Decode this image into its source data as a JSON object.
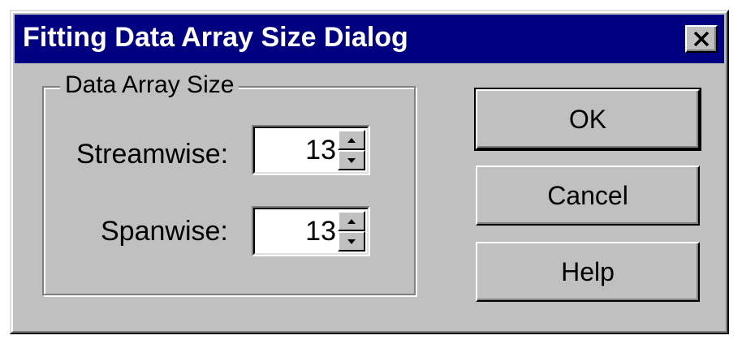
{
  "window": {
    "title": "Fitting Data Array Size Dialog",
    "close_label": "X"
  },
  "group": {
    "label": "Data Array Size",
    "fields": [
      {
        "label": "Streamwise:",
        "value": "13"
      },
      {
        "label": "Spanwise:",
        "value": "13"
      }
    ]
  },
  "buttons": {
    "ok": "OK",
    "cancel": "Cancel",
    "help": "Help"
  },
  "icons": {
    "close": "close-icon",
    "spin_up": "spin-up-arrow-icon",
    "spin_down": "spin-down-arrow-icon"
  },
  "colors": {
    "titlebar": "#000080",
    "face": "#c0c0c0"
  }
}
